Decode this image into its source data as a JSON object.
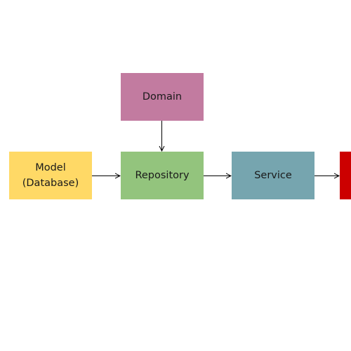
{
  "diagram": {
    "nodes": [
      {
        "id": "domain",
        "label": "Domain",
        "color": "#c27ba0"
      },
      {
        "id": "model",
        "label": "Model\n(Database)",
        "color": "#ffd966"
      },
      {
        "id": "repository",
        "label": "Repository",
        "color": "#93c47d"
      },
      {
        "id": "service",
        "label": "Service",
        "color": "#76a5af"
      },
      {
        "id": "controller",
        "label": "",
        "color": "#cc0000"
      }
    ],
    "edges": [
      {
        "from": "domain",
        "to": "repository"
      },
      {
        "from": "model",
        "to": "repository"
      },
      {
        "from": "repository",
        "to": "service"
      },
      {
        "from": "service",
        "to": "controller"
      }
    ]
  }
}
